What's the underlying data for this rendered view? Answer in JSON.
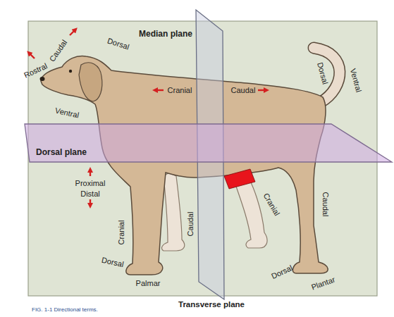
{
  "diagram": {
    "caption": "FIG. 1-1 Directional terms.",
    "nodes": [
      {
        "text": [
          "Dorsal plane"
        ]
      }
    ],
    "labels": [
      "Median plane",
      "Rostral",
      "Caudal",
      "Dorsal",
      "Cranial",
      "Caudal",
      "Dorsal",
      "Ventral",
      "Ventral",
      "Proximal",
      "Distal",
      "Cranial",
      "Caudal",
      "Cranial",
      "Caudal",
      "Dorsal",
      "Palmar",
      "Dorsal",
      "Plantar",
      "Transverse plane"
    ]
  }
}
